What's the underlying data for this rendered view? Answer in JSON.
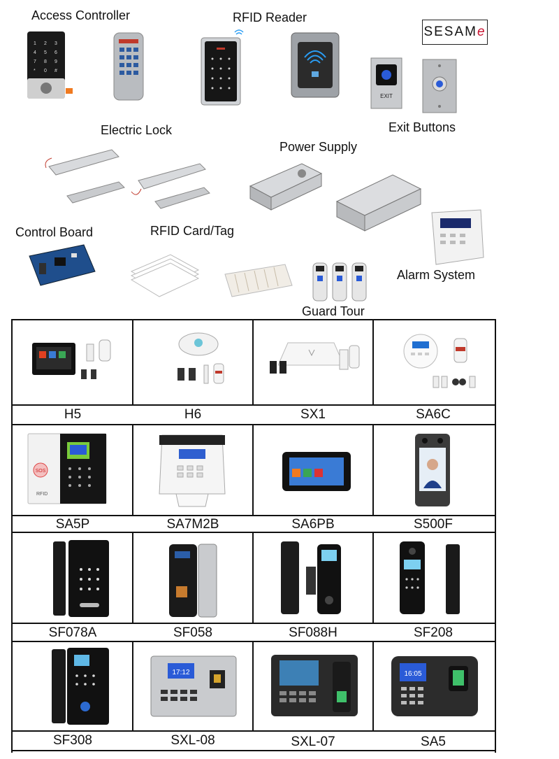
{
  "categories": {
    "access_controller": "Access Controller",
    "rfid_reader": "RFID Reader",
    "brand": "SESAM",
    "electric_lock": "Electric Lock",
    "exit_buttons": "Exit Buttons",
    "power_supply": "Power Supply",
    "control_board": "Control Board",
    "rfid_card": "RFID Card/Tag",
    "alarm_system": "Alarm System",
    "guard_tour": "Guard Tour"
  },
  "exit_label": "EXIT",
  "grid": {
    "rows": [
      [
        "H5",
        "H6",
        "SX1",
        "SA6C"
      ],
      [
        "SA5P",
        "SA7M2B",
        "SA6PB",
        "S500F"
      ],
      [
        "SF078A",
        "SF058",
        "SF088H",
        "SF208"
      ],
      [
        "SF308",
        "SXL-08",
        "SXL-07",
        "SA5"
      ]
    ]
  },
  "screen_time": "17:12",
  "sa5_time": "16:05",
  "sos_label": "SOS",
  "rfid_badge": "RFID"
}
